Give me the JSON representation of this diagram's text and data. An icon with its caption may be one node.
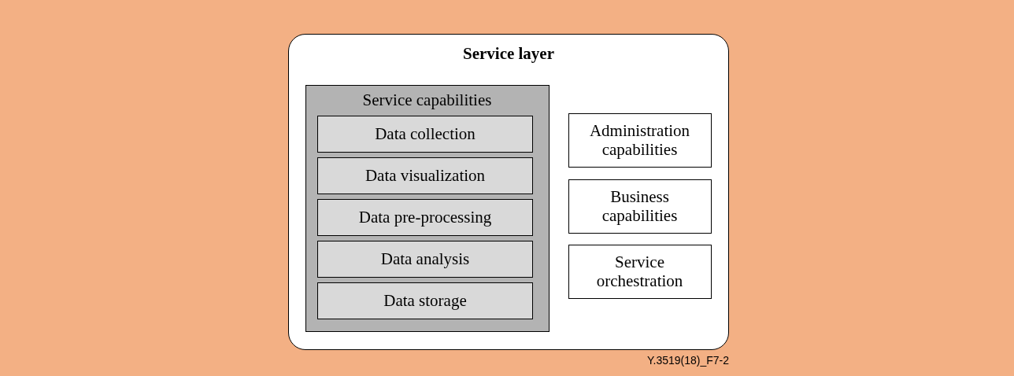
{
  "diagram": {
    "nodes": [
      {
        "text": [
          "Service layer"
        ]
      },
      {
        "text": [
          "Service capabilities"
        ],
        "in": 0
      },
      {
        "text": [
          "Data collection"
        ],
        "in": 1
      },
      {
        "text": [
          "Data visualization"
        ],
        "in": 1
      },
      {
        "text": [
          "Data pre-processing"
        ],
        "in": 1
      },
      {
        "text": [
          "Data analysis"
        ],
        "in": 1
      },
      {
        "text": [
          "Data storage"
        ],
        "in": 1
      },
      {
        "text": [
          "Administration capabilities"
        ],
        "in": 0
      },
      {
        "text": [
          "Business capabilities"
        ],
        "in": 0
      },
      {
        "text": [
          "Service orchestration"
        ],
        "in": 0
      }
    ],
    "edges": [],
    "labels": [
      "Y.3519(18)_F7-2"
    ]
  }
}
